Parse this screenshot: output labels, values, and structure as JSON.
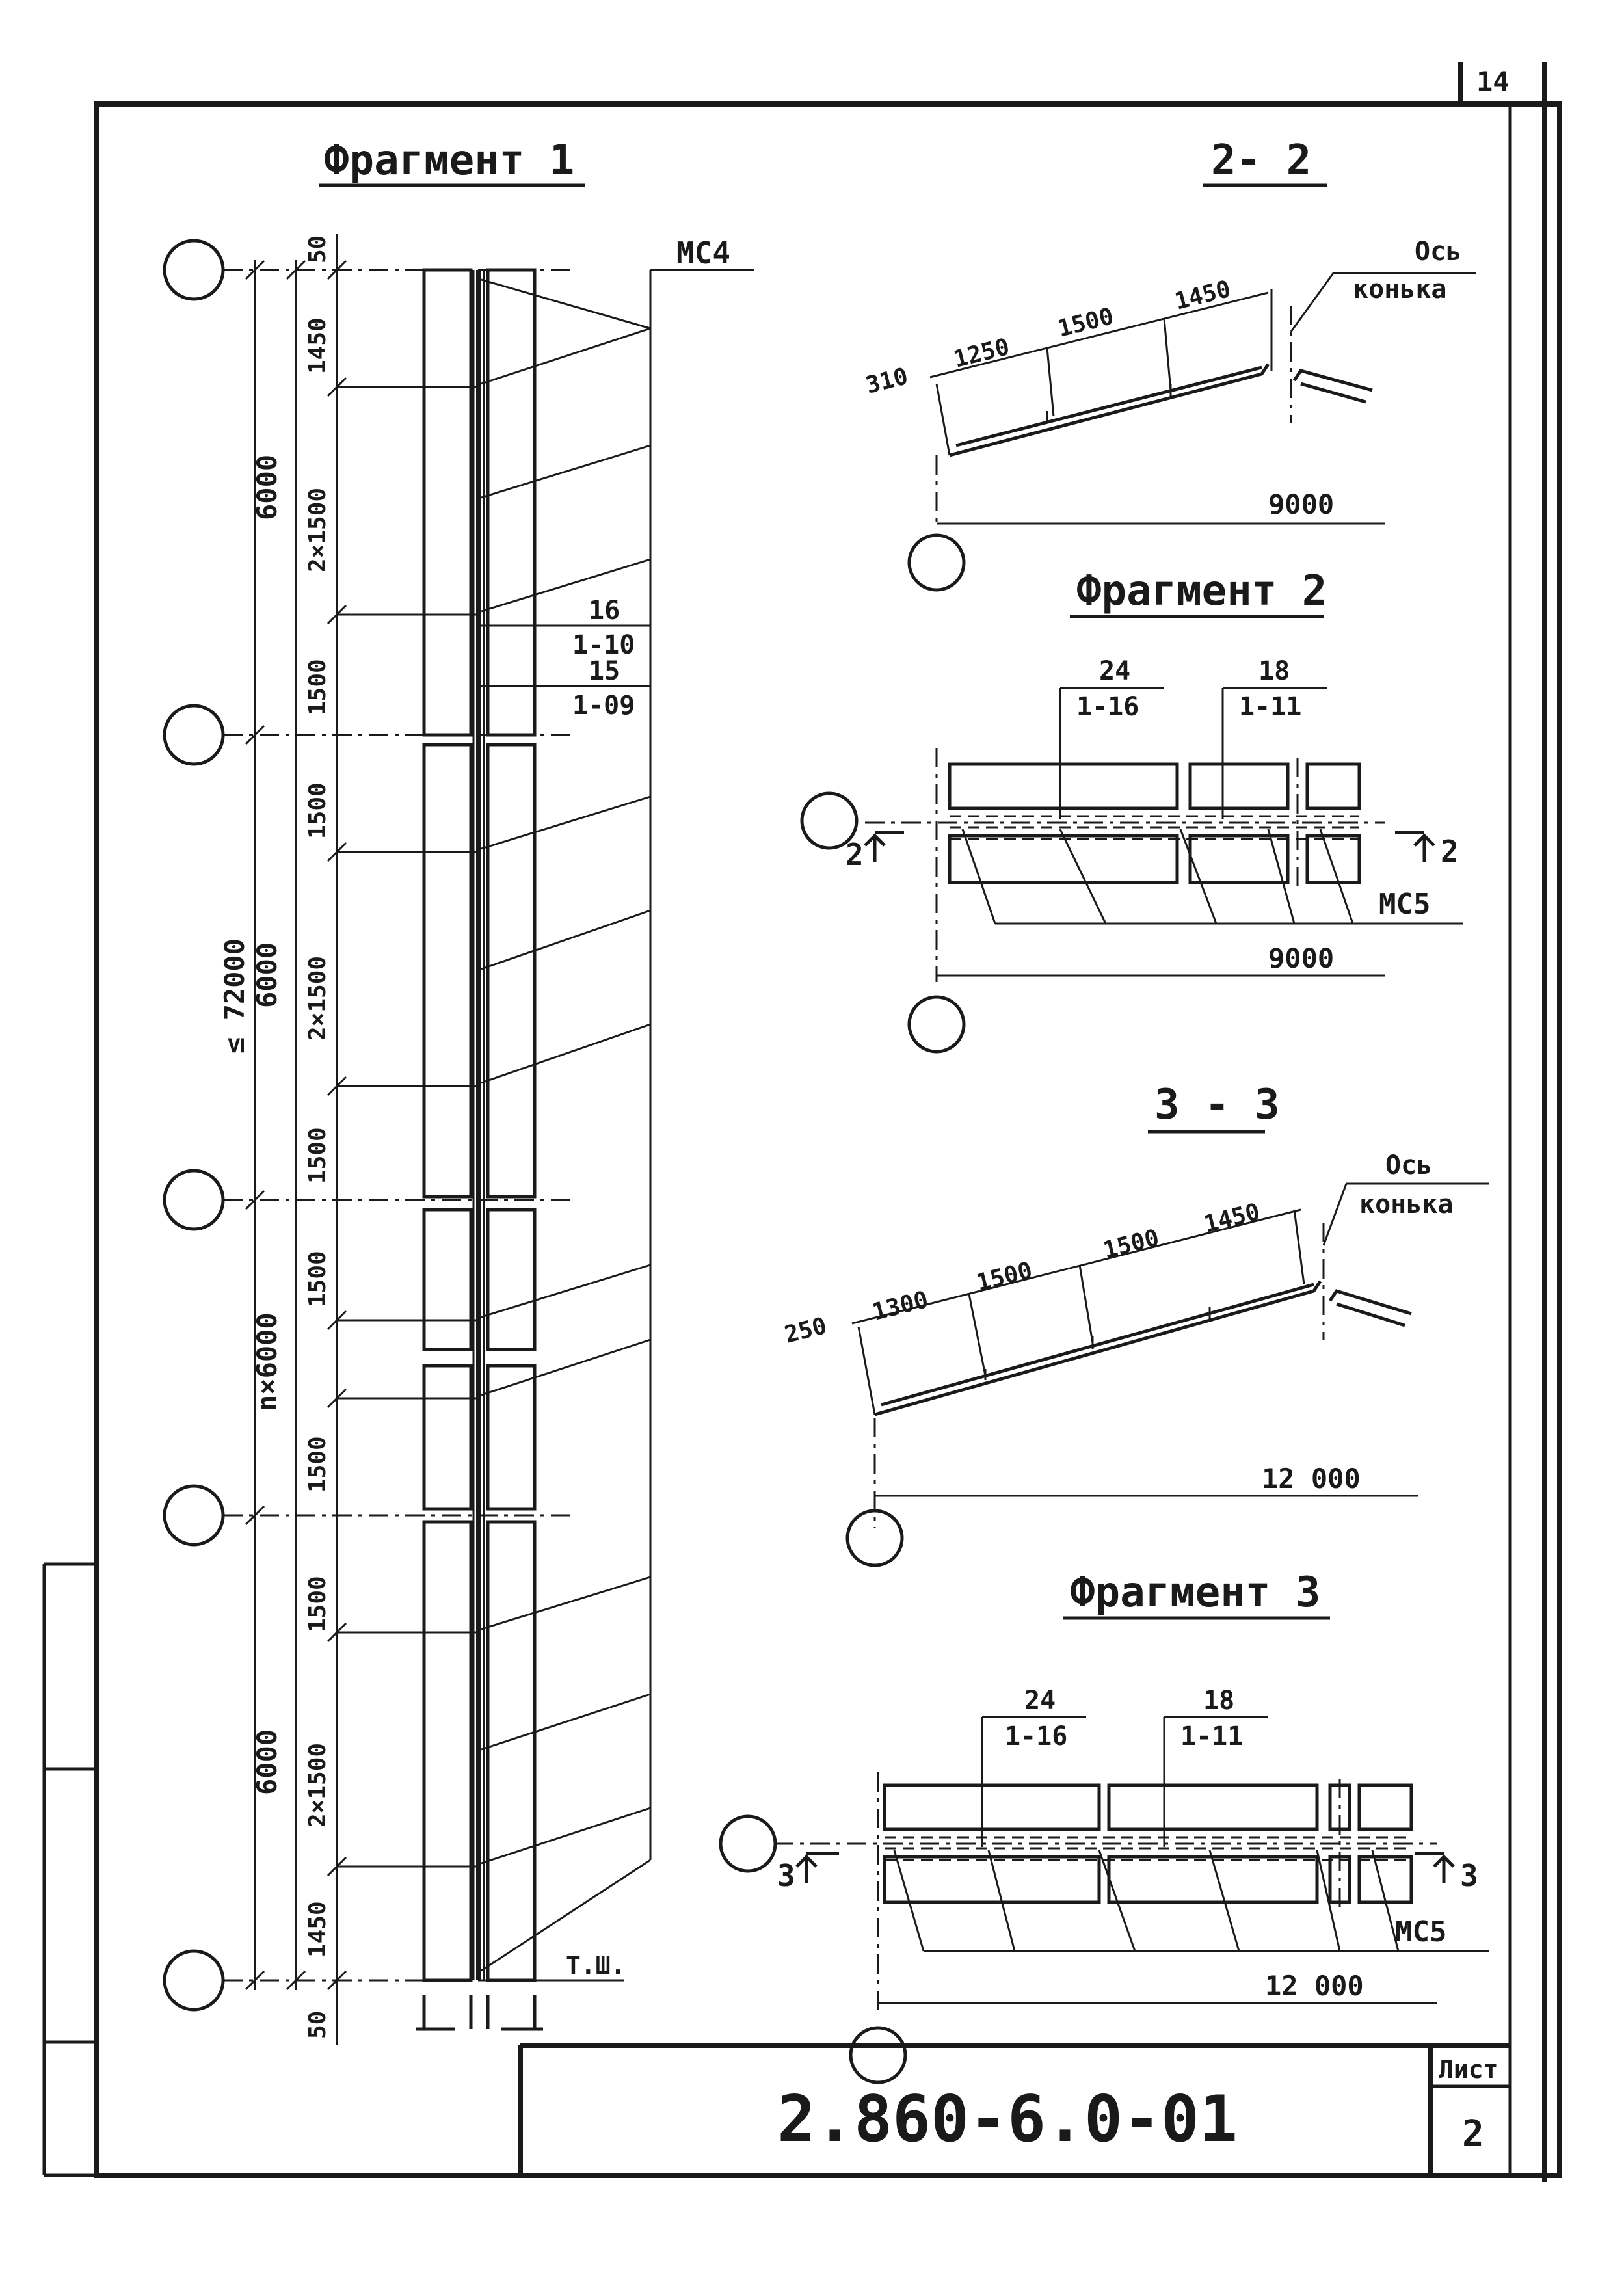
{
  "sheet": {
    "page_number": "14",
    "code": "2.860-6.0-01",
    "list_label": "Лист",
    "list_number": "2"
  },
  "frag1": {
    "title": "Фрагмент 1",
    "label_mc4": "МС4",
    "label_tsh": "Т.Ш.",
    "dims_outer": [
      "6000",
      "6000",
      "n×6000",
      "6000"
    ],
    "dim_total": "≤ 72000",
    "dims_inner": [
      "50",
      "1450",
      "2×1500",
      "1500",
      "1500",
      "2×1500",
      "1500",
      "1500",
      "1500",
      "1500",
      "2×1500",
      "1450",
      "50"
    ],
    "callout_a_top": "16",
    "callout_a_bottom": "1-10",
    "callout_b_top": "15",
    "callout_b_bottom": "1-09"
  },
  "sec22": {
    "title": "2- 2",
    "axis_label_1": "Ось",
    "axis_label_2": "конька",
    "dims": [
      "310",
      "1250",
      "1500",
      "1450"
    ],
    "span": "9000"
  },
  "frag2": {
    "title": "Фрагмент 2",
    "callout_a_top": "24",
    "callout_a_bottom": "1-16",
    "callout_b_top": "18",
    "callout_b_bottom": "1-11",
    "cut_left": "2",
    "cut_right": "2",
    "label_mc5": "МС5",
    "span": "9000"
  },
  "sec33": {
    "title": "3 - 3",
    "axis_label_1": "Ось",
    "axis_label_2": "конька",
    "dims": [
      "250",
      "1300",
      "1500",
      "1500",
      "1450"
    ],
    "span": "12 000"
  },
  "frag3": {
    "title": "Фрагмент 3",
    "callout_a_top": "24",
    "callout_a_bottom": "1-16",
    "callout_b_top": "18",
    "callout_b_bottom": "1-11",
    "cut_left": "3",
    "cut_right": "3",
    "label_mc5": "МС5",
    "span": "12 000"
  }
}
